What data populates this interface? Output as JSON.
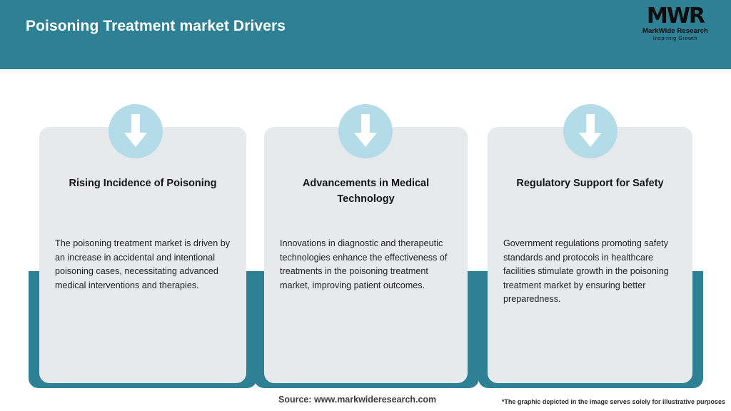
{
  "header": {
    "title": "Poisoning Treatment market Drivers",
    "background_color": "#2e8095",
    "title_color": "#ffffff",
    "logo": {
      "mark": "MWR",
      "name": "MarkWide Research",
      "tagline": "Inspiring Growth"
    }
  },
  "theme": {
    "accent_teal": "#2e8095",
    "circle_blue": "#b4dce8",
    "card_gray": "#e6eaec",
    "page_background": "#ffffff"
  },
  "cards": [
    {
      "icon": "down-arrow-icon",
      "heading": "Rising Incidence of Poisoning",
      "body": "The poisoning treatment market is driven by an increase in accidental and intentional poisoning cases, necessitating advanced medical interventions and therapies."
    },
    {
      "icon": "down-arrow-icon",
      "heading": "Advancements in Medical Technology",
      "body": "Innovations in diagnostic and therapeutic technologies enhance the effectiveness of treatments in the poisoning treatment market, improving patient outcomes."
    },
    {
      "icon": "down-arrow-icon",
      "heading": "Regulatory Support for Safety",
      "body": "Government regulations promoting safety standards and protocols in healthcare facilities stimulate growth in the poisoning treatment market by ensuring better preparedness."
    }
  ],
  "footer": {
    "source": "Source: www.markwideresearch.com",
    "disclaimer": "*The graphic depicted in the image serves solely for illustrative purposes"
  }
}
